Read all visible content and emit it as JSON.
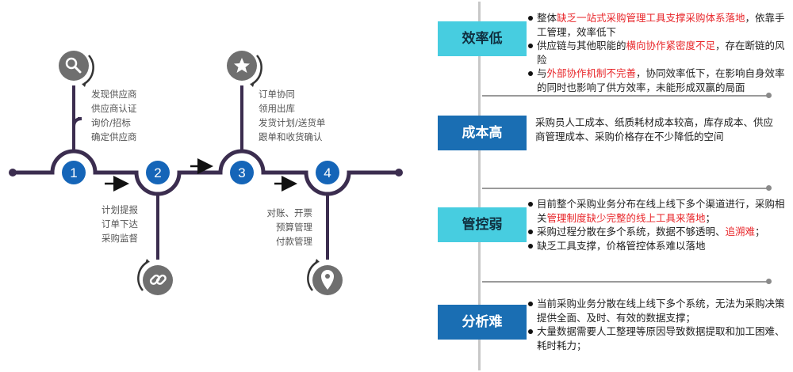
{
  "stages": [
    {
      "number": "1",
      "icon": "search-icon",
      "items": [
        "发现供应商",
        "供应商认证",
        "询价/招标",
        "确定供应商"
      ]
    },
    {
      "number": "2",
      "icon": "link-icon",
      "items": [
        "计划提报",
        "订单下达",
        "采购监督"
      ]
    },
    {
      "number": "3",
      "icon": "star-icon",
      "items": [
        "订单协同",
        "领用出库",
        "发货计划/送货单",
        "跟单和收货确认"
      ]
    },
    {
      "number": "4",
      "icon": "location-pin-icon",
      "items": [
        "对账、开票",
        "预算管理",
        "付款管理"
      ]
    }
  ],
  "problems": [
    {
      "tag": "效率低",
      "style": "teal",
      "bullets": [
        [
          {
            "t": "整体"
          },
          {
            "t": "缺乏一站式采购管理工具支撑采购体系落地",
            "red": true
          },
          {
            "t": "，依靠手工管理，效率低下"
          }
        ],
        [
          {
            "t": "供应链与其他职能的"
          },
          {
            "t": "横向协作紧密度不足",
            "red": true
          },
          {
            "t": "，存在断链的风险"
          }
        ],
        [
          {
            "t": "与"
          },
          {
            "t": "外部协作机制不完善",
            "red": true
          },
          {
            "t": "，协同效率低下，在影响自身效率的同时也影响了供方效率，未能形成双赢的局面"
          }
        ]
      ]
    },
    {
      "tag": "成本高",
      "style": "blue",
      "text": "采购员人工成本、纸质耗材成本较高，库存成本、供应商管理成本、采购价格存在不少降低的空间"
    },
    {
      "tag": "管控弱",
      "style": "teal",
      "bullets": [
        [
          {
            "t": "目前整个采购业务分布在线上线下多个渠道进行，采购相关"
          },
          {
            "t": "管理制度缺少完整的线上工具来落地",
            "red": true
          },
          {
            "t": "；"
          }
        ],
        [
          {
            "t": "采购过程分散在多个系统，数据不够透明、"
          },
          {
            "t": "追溯难",
            "red": true
          },
          {
            "t": "；"
          }
        ],
        [
          {
            "t": "缺乏工具支撑，价格管控体系难以落地"
          }
        ]
      ]
    },
    {
      "tag": "分析难",
      "style": "blue",
      "bullets": [
        [
          {
            "t": "当前采购业务分散在线上线下多个系统，无法为采购决策提供全面、及时、有效的数据支撑；"
          }
        ],
        [
          {
            "t": "大量数据需要人工整理等原因导致数据提取和加工困难、耗时耗力；"
          }
        ]
      ]
    }
  ],
  "colors": {
    "node_blue": "#1565b8",
    "track": "#3b2d4f",
    "teal": "#47cde0",
    "blue": "#1a6eb3",
    "red": "#e8262a",
    "icon_grey": "#6f6f6f"
  }
}
